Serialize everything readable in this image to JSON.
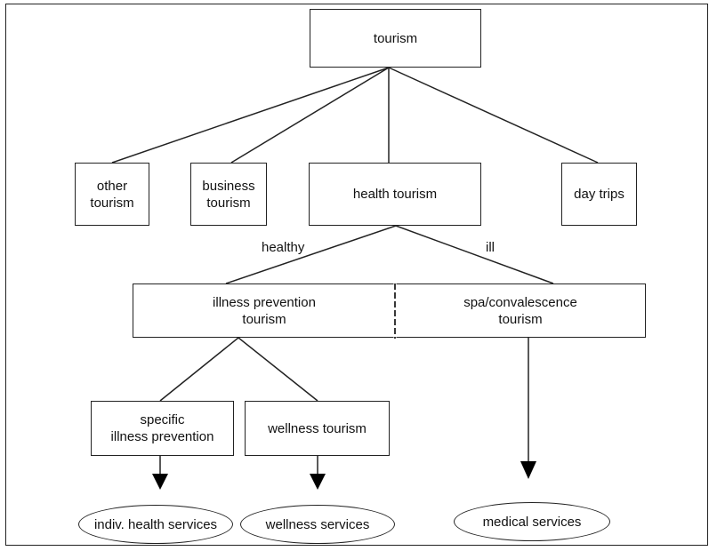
{
  "nodes": {
    "tourism": "tourism",
    "other_tourism": "other\ntourism",
    "business_tourism": "business\ntourism",
    "health_tourism": "health tourism",
    "day_trips": "day trips",
    "illness_prevention_tourism": "illness prevention\ntourism",
    "spa_convalescence_tourism": "spa/convalescence\ntourism",
    "specific_illness_prevention": "specific\nillness prevention",
    "wellness_tourism": "wellness tourism"
  },
  "edge_labels": {
    "healthy": "healthy",
    "ill": "ill"
  },
  "services": {
    "indiv_health": "indiv. health services",
    "wellness": "wellness services",
    "medical": "medical services"
  }
}
